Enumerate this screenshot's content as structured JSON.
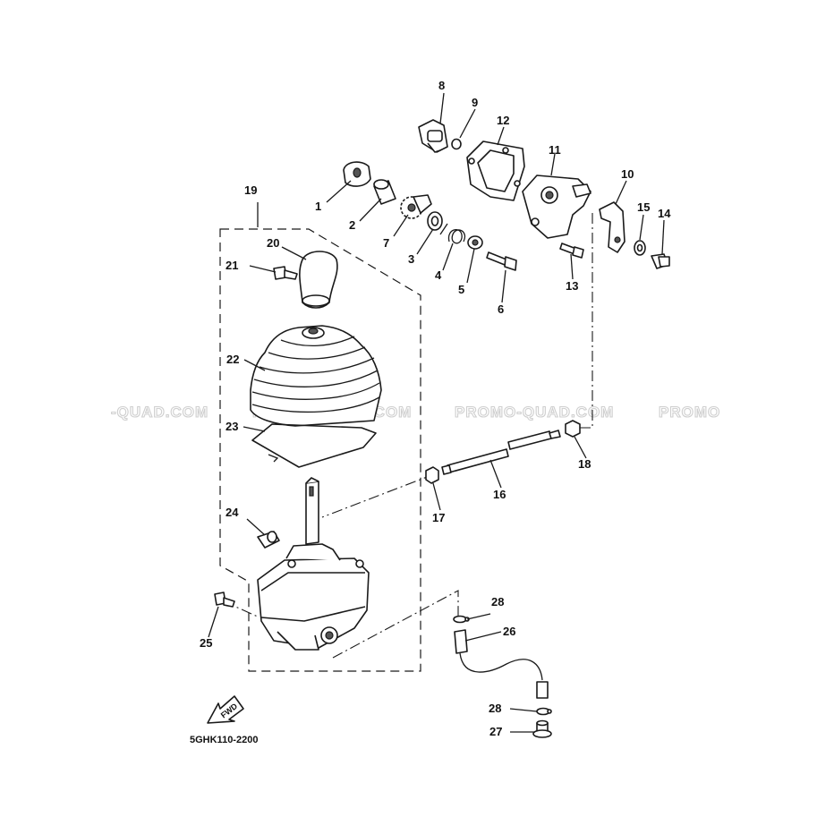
{
  "diagram": {
    "part_code": "5GHK110-2200",
    "direction_label": "FWD",
    "watermark": {
      "segments": [
        "-QUAD.COM",
        "PROMO-QUAD.COM",
        "PROMO-QUAD.COM",
        "PROMO"
      ]
    },
    "callouts": {
      "c1": "1",
      "c2": "2",
      "c3": "3",
      "c4": "4",
      "c5": "5",
      "c6": "6",
      "c7": "7",
      "c8": "8",
      "c9": "9",
      "c10": "10",
      "c11": "11",
      "c12": "12",
      "c13": "13",
      "c14": "14",
      "c15": "15",
      "c16": "16",
      "c17": "17",
      "c18": "18",
      "c19": "19",
      "c20": "20",
      "c21": "21",
      "c22": "22",
      "c23": "23",
      "c24": "24",
      "c25": "25",
      "c26": "26",
      "c27": "27",
      "c28a": "28",
      "c28b": "28"
    }
  }
}
